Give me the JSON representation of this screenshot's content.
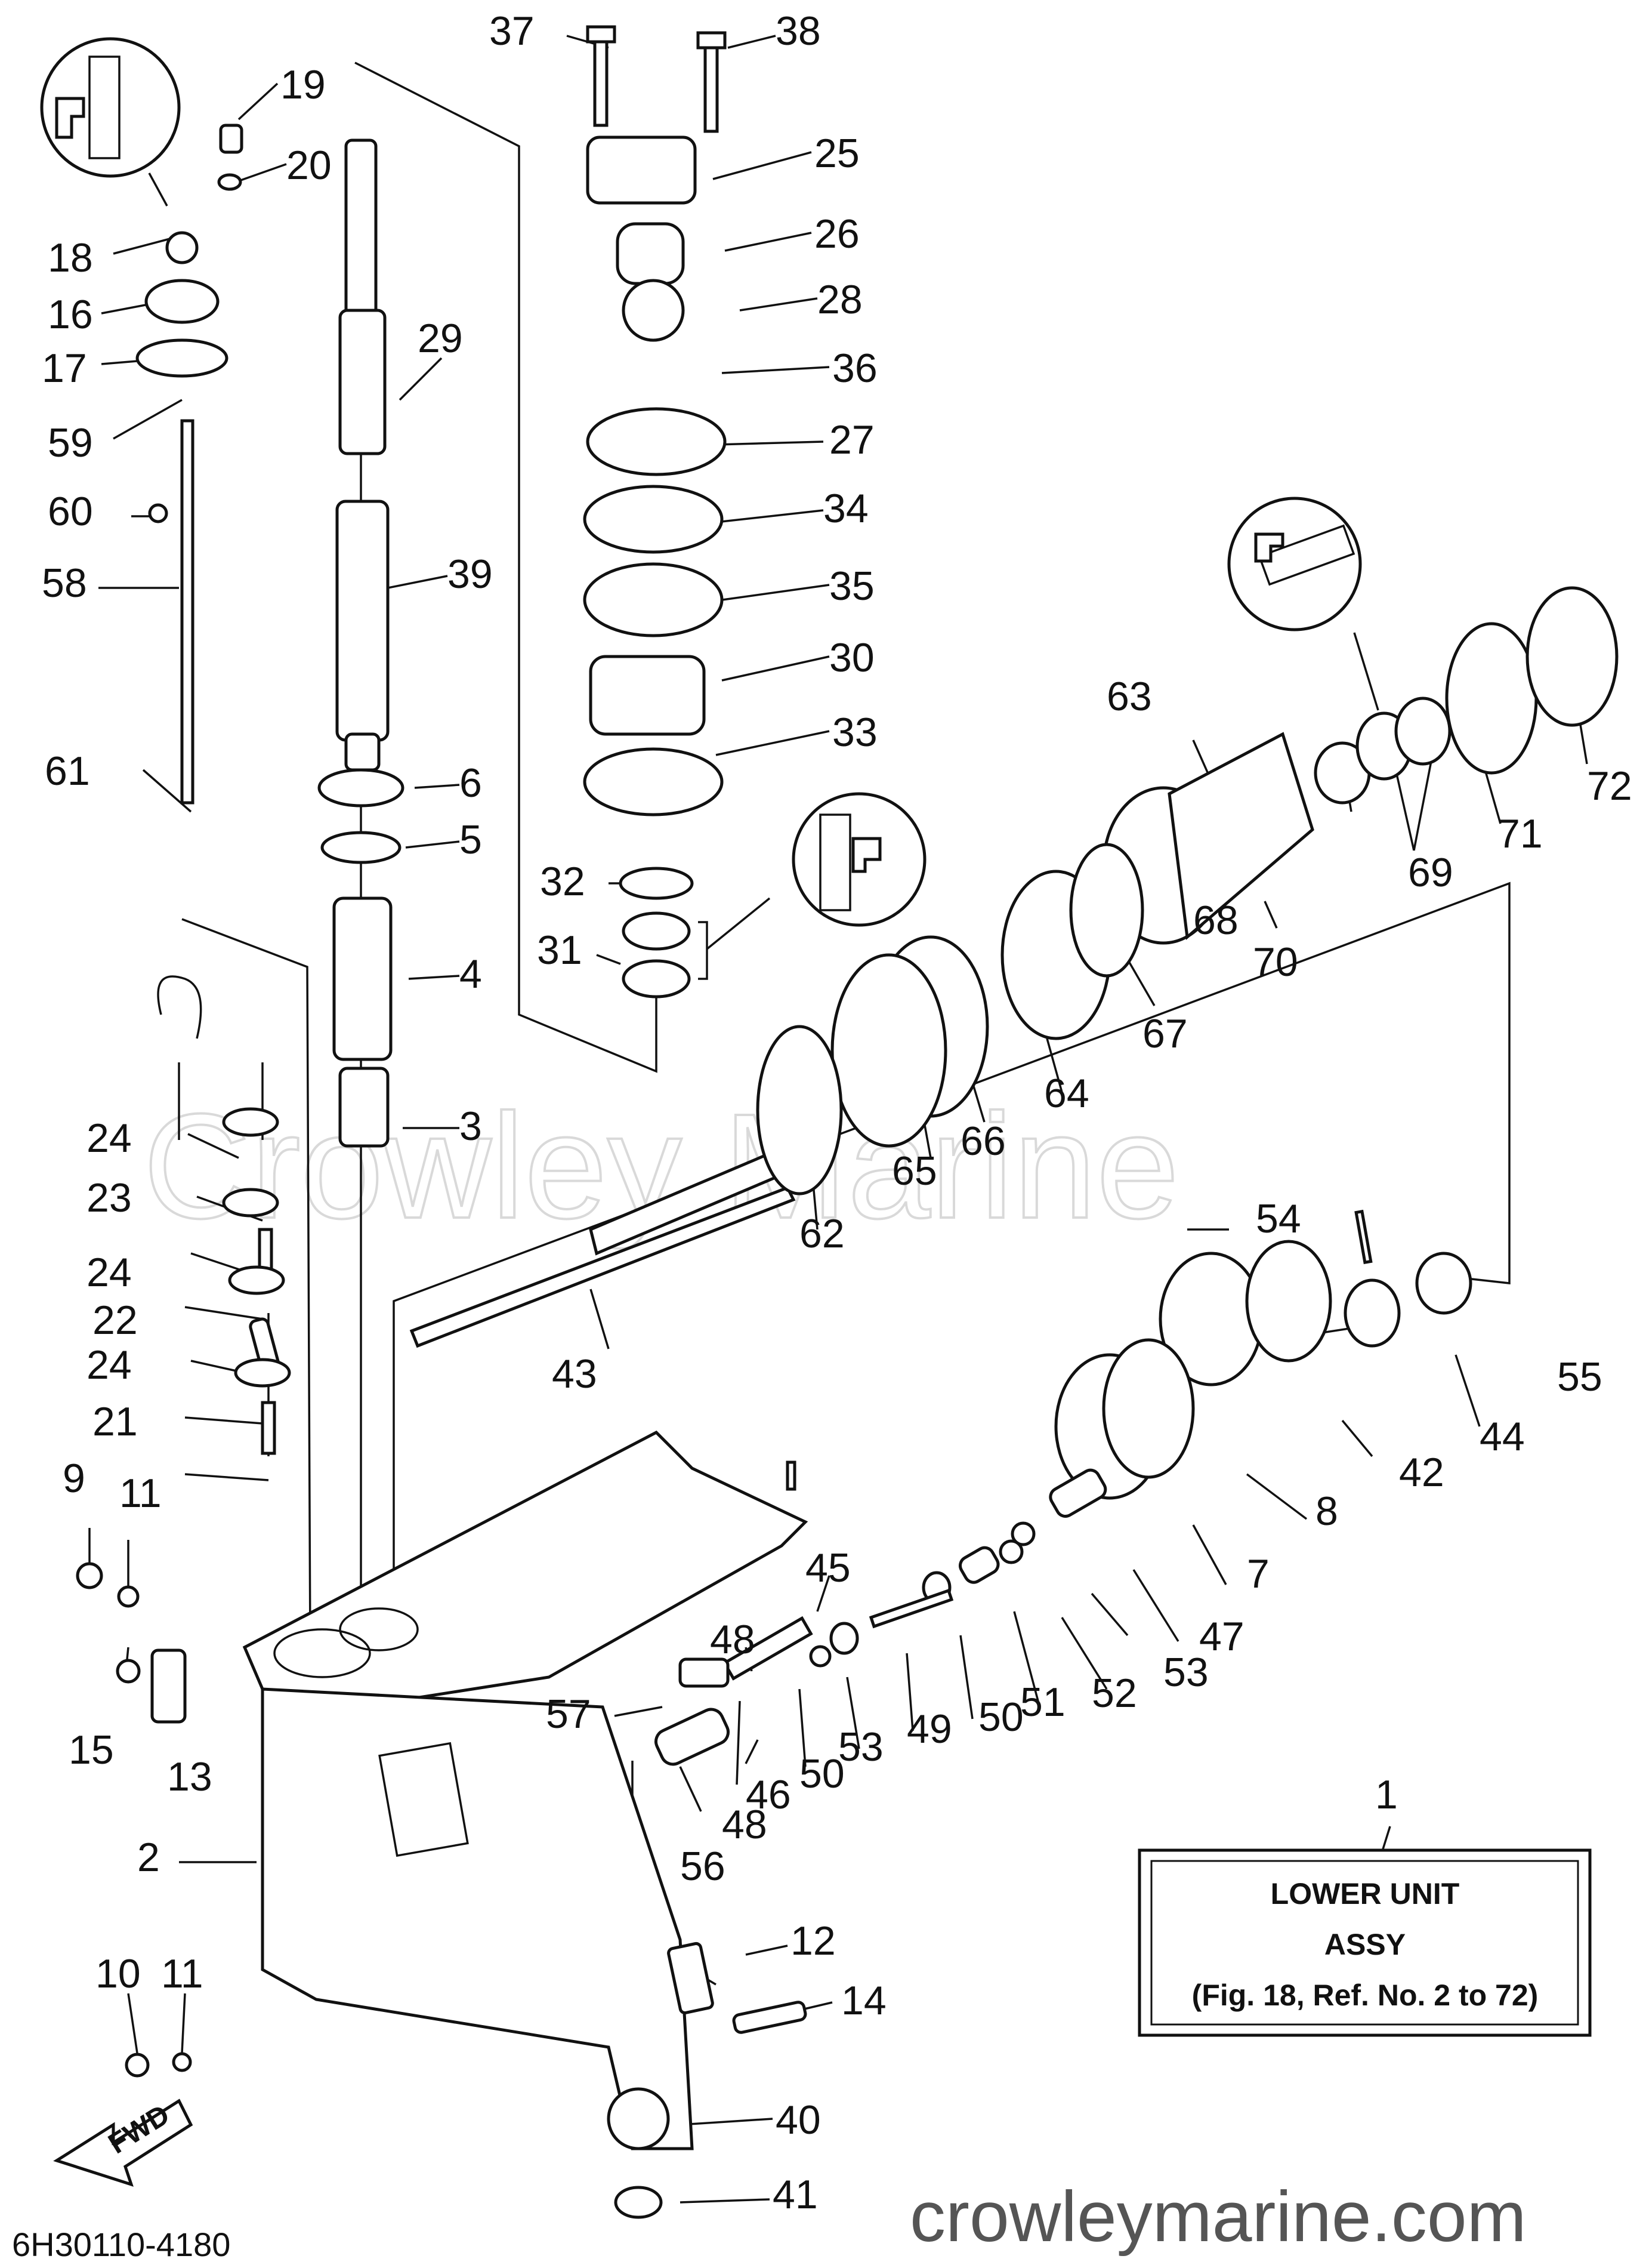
{
  "diagram": {
    "watermark": "Crowley Marine",
    "drawing_code": "6H30110-4180",
    "website": "crowleymarine.com",
    "fwd_label": "FWD",
    "assembly_box": {
      "ref": "1",
      "line1": "LOWER UNIT",
      "line2": "ASSY",
      "line3": "(Fig. 18, Ref. No. 2 to 72)"
    },
    "labels": [
      "37",
      "38",
      "19",
      "20",
      "25",
      "18",
      "16",
      "26",
      "28",
      "17",
      "29",
      "36",
      "59",
      "27",
      "60",
      "34",
      "58",
      "39",
      "35",
      "30",
      "63",
      "72",
      "61",
      "6",
      "33",
      "5",
      "32",
      "31",
      "68",
      "71",
      "69",
      "4",
      "70",
      "67",
      "64",
      "3",
      "24",
      "66",
      "65",
      "23",
      "62",
      "24",
      "22",
      "43",
      "54",
      "24",
      "55",
      "21",
      "44",
      "42",
      "9",
      "11",
      "8",
      "7",
      "47",
      "45",
      "53",
      "48",
      "52",
      "50",
      "15",
      "57",
      "13",
      "51",
      "49",
      "53",
      "50",
      "46",
      "48",
      "56",
      "2",
      "1",
      "12",
      "10",
      "11",
      "14",
      "40",
      "41"
    ]
  }
}
